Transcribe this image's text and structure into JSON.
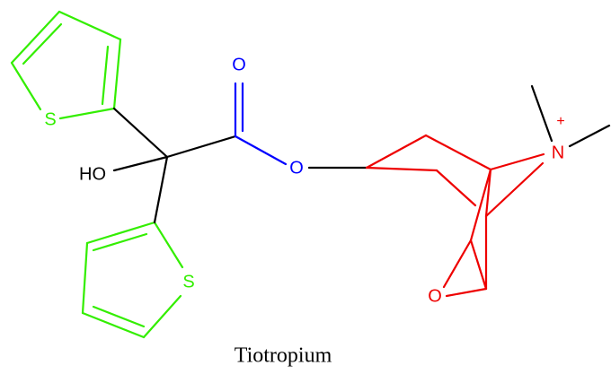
{
  "molecule": {
    "name": "Tiotropium",
    "colors": {
      "thiophene": "#33ee00",
      "ester": "#0000ff",
      "tropane": "#ee0000",
      "core": "#000000"
    },
    "atoms": {
      "sulfur_top": "S",
      "sulfur_bottom": "S",
      "hydroxyl": "HO",
      "carbonyl_oxygen": "O",
      "ester_oxygen": "O",
      "nitrogen": "N",
      "nitrogen_charge": "+",
      "epoxide_oxygen": "O"
    }
  }
}
